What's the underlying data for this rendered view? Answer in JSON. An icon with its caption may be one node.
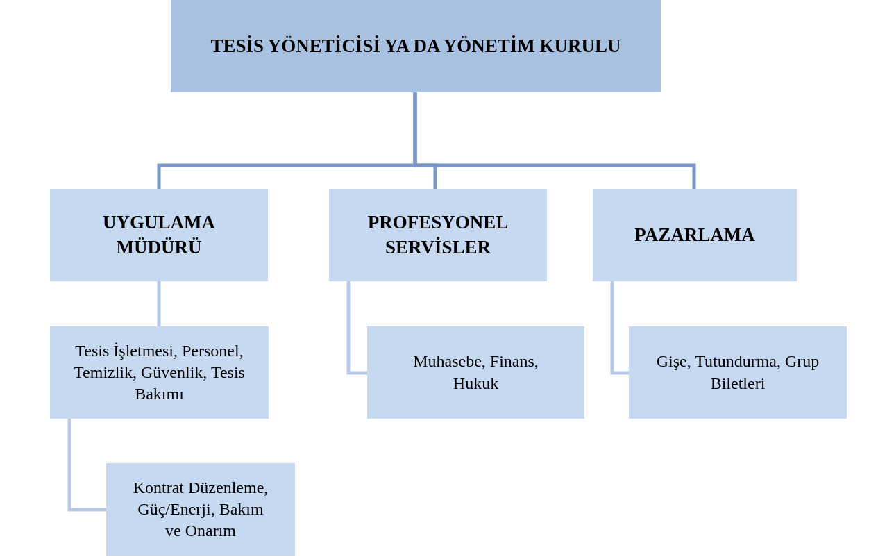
{
  "diagram": {
    "nodes": [
      {
        "text": [
          "TESİS YÖNETİCİSİ YA DA YÖNETİM KURULU"
        ]
      },
      {
        "text": [
          "UYGULAMA MÜDÜRÜ"
        ]
      },
      {
        "text": [
          "PROFESYONEL SERVİSLER"
        ]
      },
      {
        "text": [
          "PAZARLAMA"
        ]
      },
      {
        "text": [
          "Tesis İşletmesi, Personel, Temizlik, Güvenlik, Tesis Bakımı"
        ]
      },
      {
        "text": [
          "Kontrat Düzenleme, Güç/Enerji, Bakım ve Onarım"
        ]
      },
      {
        "text": [
          "Muhasebe, Finans, Hukuk"
        ]
      },
      {
        "text": [
          "Gişe, Tutundurma, Grup Biletleri"
        ]
      }
    ],
    "edges": [
      {
        "from": 0,
        "to": 1,
        "arrow": "none",
        "color": "#7b96c8"
      },
      {
        "from": 0,
        "to": 2,
        "arrow": "none",
        "color": "#7b96c8"
      },
      {
        "from": 0,
        "to": 3,
        "arrow": "none",
        "color": "#7b96c8"
      },
      {
        "from": 1,
        "to": 4,
        "arrow": "none"
      },
      {
        "from": 4,
        "to": 5,
        "arrow": "none"
      },
      {
        "from": 2,
        "to": 6,
        "arrow": "none"
      },
      {
        "from": 3,
        "to": 7,
        "arrow": "none"
      }
    ]
  }
}
